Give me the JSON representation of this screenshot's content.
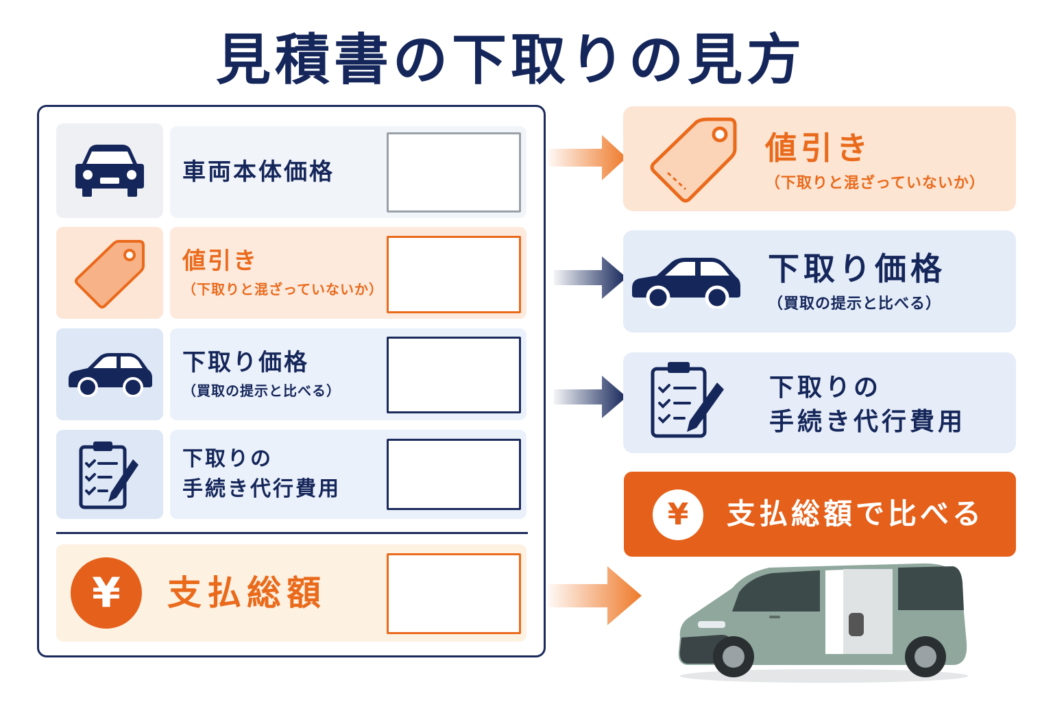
{
  "title": "見積書の下取りの見方",
  "estimate_rows": [
    {
      "label": "車両本体価格",
      "icon": "car-icon"
    },
    {
      "label": "値引き",
      "sublabel": "（下取りと混ざっていないか）",
      "icon": "price-tag-icon"
    },
    {
      "label": "下取り価格",
      "sublabel": "（買取の提示と比べる）",
      "icon": "car-side-icon"
    },
    {
      "label_line1": "下取りの",
      "label_line2": "手続き代行費用",
      "icon": "clipboard-icon"
    }
  ],
  "total_row": {
    "label": "支払総額",
    "symbol": "¥",
    "icon": "yen-coin-icon"
  },
  "check_cards": [
    {
      "label": "値引き",
      "sublabel": "（下取りと混ざっていないか）",
      "icon": "price-tag-icon"
    },
    {
      "label": "下取り価格",
      "sublabel": "（買取の提示と比べる）",
      "icon": "car-side-icon"
    },
    {
      "label_line1": "下取りの",
      "label_line2": "手続き代行費用",
      "icon": "clipboard-icon"
    }
  ],
  "pay_banner": {
    "label": "支払総額で比べる",
    "symbol": "¥",
    "icon": "yen-coin-icon"
  },
  "colors": {
    "navy": "#15265a",
    "orange": "#e5601a",
    "peach": "#fde6d6",
    "light_blue": "#dde7f5"
  },
  "photo": {
    "icon": "minivan-photo-icon"
  }
}
